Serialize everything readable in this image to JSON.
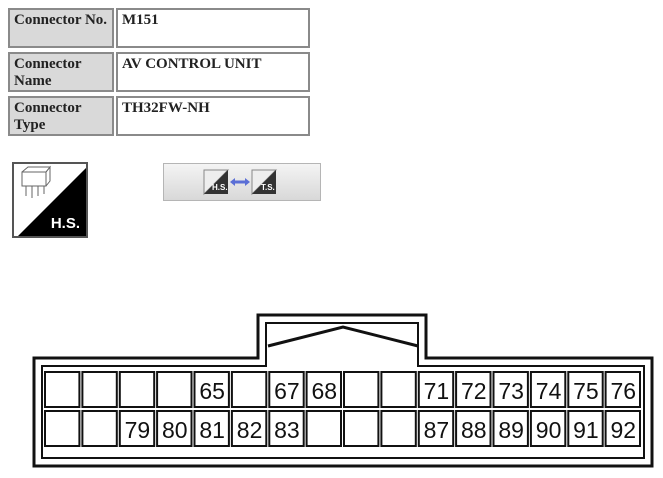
{
  "info": [
    {
      "label": "Connector No.",
      "value": "M151"
    },
    {
      "label": "Connector Name",
      "value": "AV CONTROL UNIT"
    },
    {
      "label": "Connector Type",
      "value": "TH32FW-NH"
    }
  ],
  "harness_side_label": "H.S.",
  "toggle": {
    "hs_label": "H.S.",
    "ts_label": "T.S."
  },
  "connector": {
    "top_row": [
      "",
      "",
      "",
      "",
      "65",
      "",
      "67",
      "68",
      "",
      "",
      "71",
      "72",
      "73",
      "74",
      "75",
      "76"
    ],
    "bottom_row": [
      "",
      "",
      "79",
      "80",
      "81",
      "82",
      "83",
      "",
      "",
      "",
      "87",
      "88",
      "89",
      "90",
      "91",
      "92"
    ]
  }
}
